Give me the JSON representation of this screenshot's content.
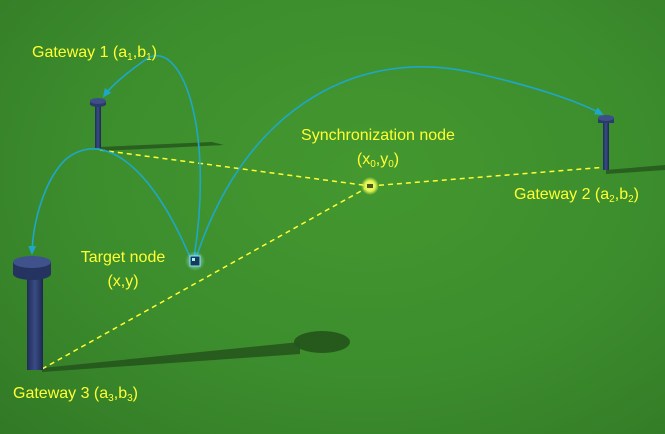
{
  "colors": {
    "ground": "#3c8d2d",
    "label_text": "#ffff33",
    "dashed_line": "#ffff33",
    "arrow_arc": "#1fa7c9",
    "gateway_pole": "#2a3a6a",
    "sync_node": "#d8f04a"
  },
  "labels": {
    "gateway1": {
      "prefix": "Gateway 1 (",
      "a": "a",
      "a_sub": "1",
      "sep": ",",
      "b": "b",
      "b_sub": "1",
      "suffix": ")"
    },
    "gateway2": {
      "prefix": "Gateway 2 (",
      "a": "a",
      "a_sub": "2",
      "sep": ",",
      "b": "b",
      "b_sub": "2",
      "suffix": ")"
    },
    "gateway3": {
      "prefix": "Gateway 3 (",
      "a": "a",
      "a_sub": "3",
      "sep": ",",
      "b": "b",
      "b_sub": "3",
      "suffix": ")"
    },
    "sync_node": {
      "title": "Synchronization node",
      "open": "(",
      "x": "x",
      "x_sub": "0",
      "sep": ",",
      "y": "y",
      "y_sub": "0",
      "close": ")"
    },
    "target_node": {
      "title": "Target node",
      "coords": "(x,y)"
    }
  },
  "icons": {
    "gateway": "antenna-pole-icon",
    "sync_node": "glowing-node-icon",
    "target_node": "sensor-node-icon"
  }
}
